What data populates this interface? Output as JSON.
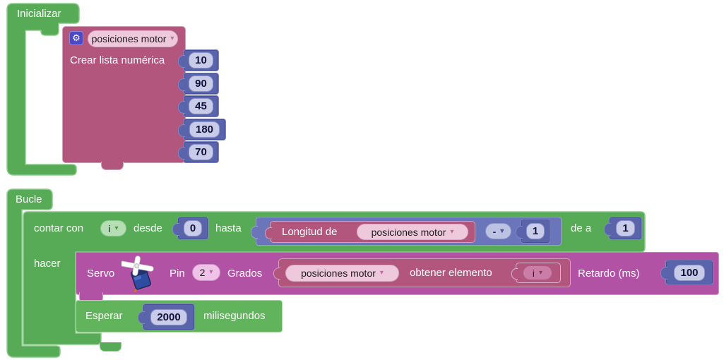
{
  "colors": {
    "green": "#57ab57",
    "green_border": "#8ccc8c",
    "green_light": "#62b45c",
    "rose": "#b2567e",
    "rose_border": "#d1a0b9",
    "magenta": "#b252a5",
    "magenta_border": "#d29aca",
    "indigo": "#5a64ab",
    "indigo_light_field": "#c9cce9",
    "arith": "#6b76ba",
    "pill_rose": "#eec9dc",
    "pill_magenta": "#efc3e7",
    "pill_green": "#b5deb5",
    "pill_lavender": "#bcc2e2",
    "gear_bg": "#4b49c8"
  },
  "inicializar": {
    "tab_label": "Inicializar",
    "gear_icon": "gear-icon",
    "list_dropdown": "posiciones motor",
    "create_label": "Crear lista numérica",
    "items": [
      "10",
      "90",
      "45",
      "180",
      "70"
    ]
  },
  "bucle": {
    "tab_label": "Bucle",
    "count": {
      "label": "contar con",
      "var": "i",
      "desde_label": "desde",
      "from": "0",
      "hasta_label": "hasta",
      "dea_label": "de a",
      "step": "1",
      "hacer_label": "hacer"
    },
    "longitud": {
      "label": "Longitud de",
      "list_dropdown": "posiciones motor",
      "operator": "-",
      "operand": "1"
    },
    "servo": {
      "label": "Servo",
      "icon": "servo-motor-icon",
      "pin_label": "Pin",
      "pin": "2",
      "grados_label": "Grados",
      "get": {
        "list_dropdown": "posiciones motor",
        "label": "obtener elemento",
        "index": "i"
      },
      "retardo_label": "Retardo (ms)",
      "retardo": "100"
    },
    "esperar": {
      "label": "Esperar",
      "value": "2000",
      "unit_label": "milisegundos"
    }
  }
}
